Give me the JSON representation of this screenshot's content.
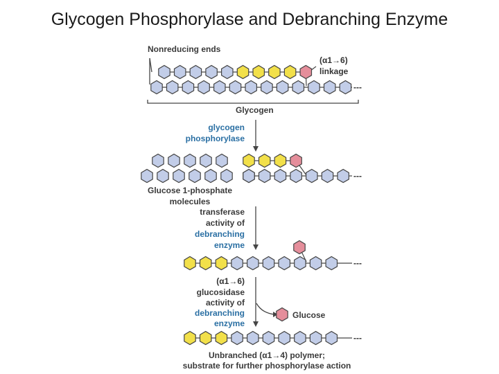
{
  "title": "Glycogen Phosphorylase and Debranching Enzyme",
  "colors": {
    "glucose_blue": "#c2cde8",
    "glucose_yellow": "#f2e04a",
    "glucose_pink": "#e58e9b",
    "outline": "#454545",
    "enzyme_text": "#2a6fa3"
  },
  "labels": {
    "nonreducing_ends": "Nonreducing ends",
    "linkage_line1": "(α1→6)",
    "linkage_line2": "linkage",
    "glycogen": "Glycogen",
    "phosphorylase_line1": "glycogen",
    "phosphorylase_line2": "phosphorylase",
    "g1p_line1": "Glucose 1-phosphate",
    "g1p_line2": "molecules",
    "transferase_line1": "transferase",
    "transferase_line2": "activity of",
    "transferase_line3": "debranching",
    "transferase_line4": "enzyme",
    "glucosidase_line1": "(α1→6)",
    "glucosidase_line2": "glucosidase",
    "glucosidase_line3": "activity of",
    "glucosidase_line4": "debranching",
    "glucosidase_line5": "enzyme",
    "glucose": "Glucose",
    "polymer_line1": "Unbranched (α1→4) polymer;",
    "polymer_line2": "substrate for further phosphorylase action",
    "ellipsis": "---"
  }
}
